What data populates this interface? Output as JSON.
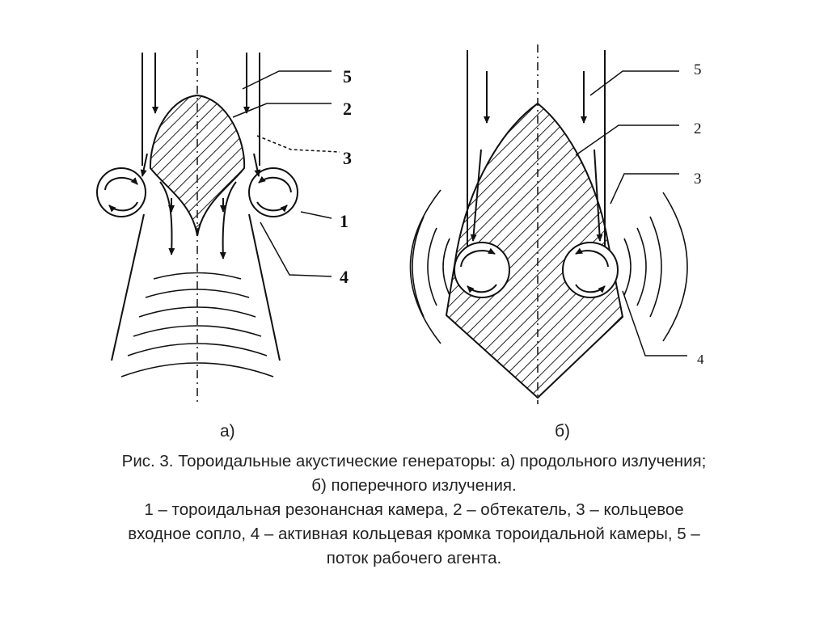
{
  "figure": {
    "labels_a": [
      "5",
      "2",
      "3",
      "1",
      "4"
    ],
    "labels_b": [
      "5",
      "2",
      "3",
      "4"
    ],
    "subfig_a": "а)",
    "subfig_b": "б)"
  },
  "caption": {
    "line1": "Рис. 3. Тороидальные акустические генераторы: а) продольного излучения;",
    "line2": "б) поперечного излучения.",
    "line3": "1 – тороидальная резонансная камера, 2 – обтекатель, 3 – кольцевое",
    "line4": "входное сопло, 4 – активная кольцевая кромка тороидальной камеры, 5 –",
    "line5": "поток рабочего агента."
  }
}
